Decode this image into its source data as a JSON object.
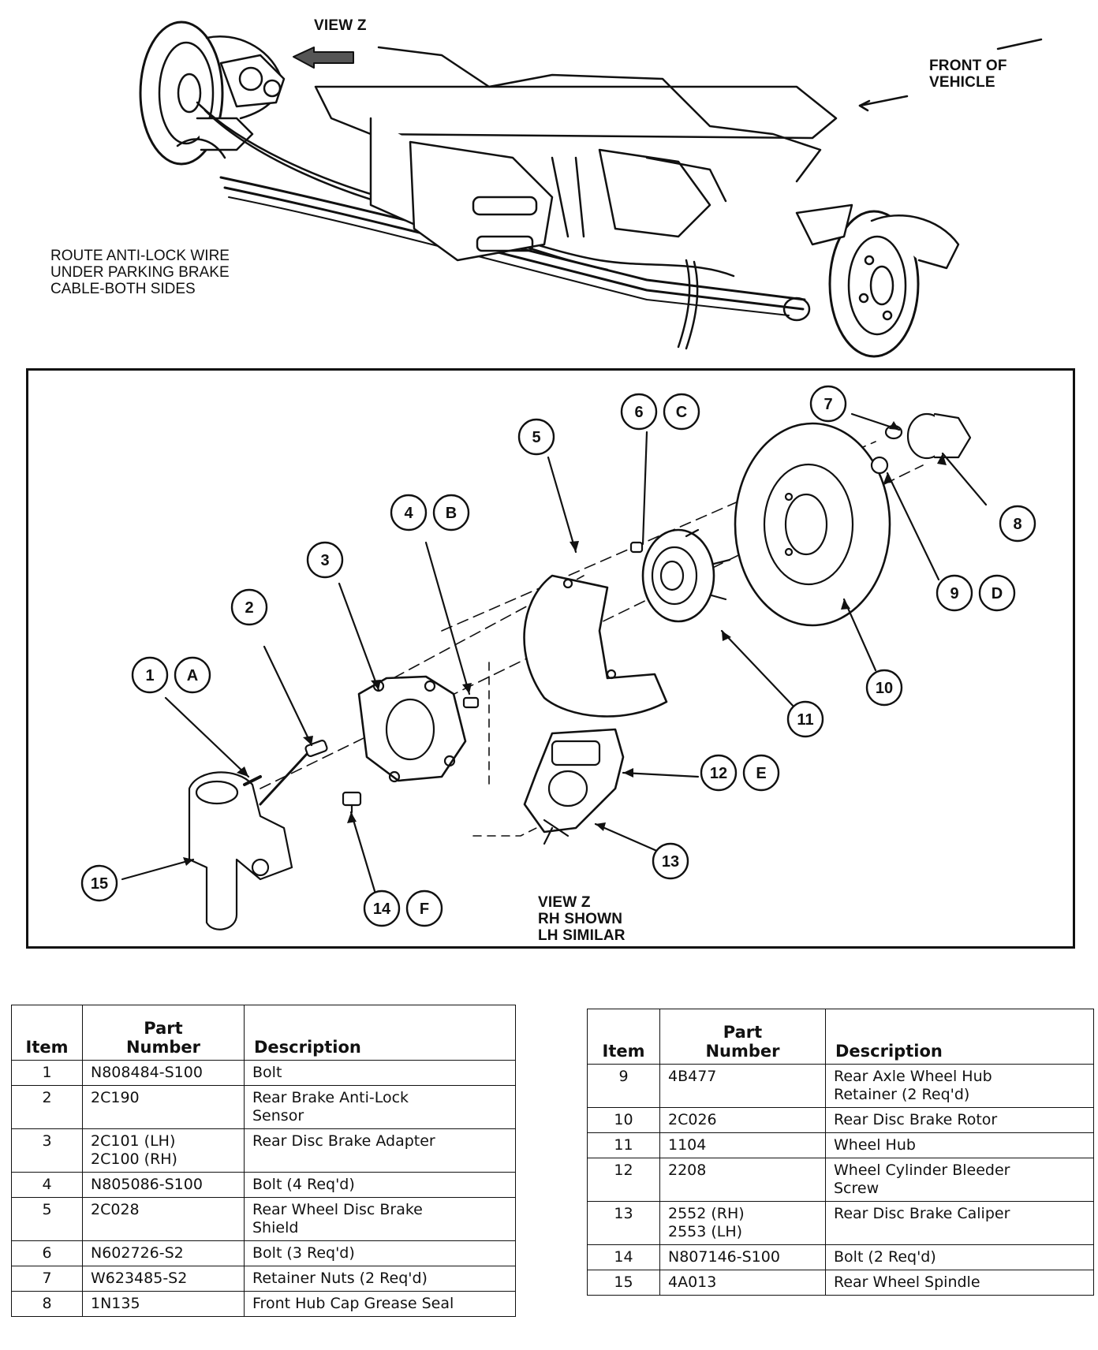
{
  "top_view": {
    "view_label": "VIEW Z",
    "front_label": [
      "FRONT OF",
      "VEHICLE"
    ],
    "route_note": [
      "ROUTE ANTI-LOCK WIRE",
      "UNDER PARKING BRAKE",
      "CABLE-BOTH SIDES"
    ]
  },
  "exploded_view": {
    "callouts": [
      {
        "num": "1",
        "letter": "A"
      },
      {
        "num": "2"
      },
      {
        "num": "3"
      },
      {
        "num": "4",
        "letter": "B"
      },
      {
        "num": "5"
      },
      {
        "num": "6",
        "letter": "C"
      },
      {
        "num": "7"
      },
      {
        "num": "8"
      },
      {
        "num": "9",
        "letter": "D"
      },
      {
        "num": "10"
      },
      {
        "num": "11"
      },
      {
        "num": "12",
        "letter": "E"
      },
      {
        "num": "13"
      },
      {
        "num": "14",
        "letter": "F"
      },
      {
        "num": "15"
      }
    ],
    "note": [
      "VIEW Z",
      "RH SHOWN",
      "LH SIMILAR"
    ]
  },
  "parts_table": {
    "headers": {
      "item": "Item",
      "part_number": [
        "Part",
        "Number"
      ],
      "description": "Description"
    },
    "left_rows": [
      {
        "item": "1",
        "part": [
          "N808484-S100"
        ],
        "desc": [
          "Bolt"
        ]
      },
      {
        "item": "2",
        "part": [
          "2C190"
        ],
        "desc": [
          "Rear Brake Anti-Lock",
          "Sensor"
        ]
      },
      {
        "item": "3",
        "part": [
          "2C101 (LH)",
          "2C100 (RH)"
        ],
        "desc": [
          "Rear Disc Brake Adapter"
        ]
      },
      {
        "item": "4",
        "part": [
          "N805086-S100"
        ],
        "desc": [
          "Bolt (4 Req'd)"
        ]
      },
      {
        "item": "5",
        "part": [
          "2C028"
        ],
        "desc": [
          "Rear Wheel Disc Brake",
          "Shield"
        ]
      },
      {
        "item": "6",
        "part": [
          "N602726-S2"
        ],
        "desc": [
          "Bolt (3 Req'd)"
        ]
      },
      {
        "item": "7",
        "part": [
          "W623485-S2"
        ],
        "desc": [
          "Retainer Nuts (2 Req'd)"
        ]
      },
      {
        "item": "8",
        "part": [
          "1N135"
        ],
        "desc": [
          "Front Hub Cap Grease Seal"
        ]
      }
    ],
    "right_rows": [
      {
        "item": "9",
        "part": [
          "4B477"
        ],
        "desc": [
          "Rear Axle Wheel Hub",
          "Retainer (2 Req'd)"
        ]
      },
      {
        "item": "10",
        "part": [
          "2C026"
        ],
        "desc": [
          "Rear Disc Brake Rotor"
        ]
      },
      {
        "item": "11",
        "part": [
          "1104"
        ],
        "desc": [
          "Wheel Hub"
        ]
      },
      {
        "item": "12",
        "part": [
          "2208"
        ],
        "desc": [
          "Wheel Cylinder Bleeder",
          "Screw"
        ]
      },
      {
        "item": "13",
        "part": [
          "2552 (RH)",
          "2553 (LH)"
        ],
        "desc": [
          "Rear Disc Brake Caliper"
        ]
      },
      {
        "item": "14",
        "part": [
          "N807146-S100"
        ],
        "desc": [
          "Bolt (2 Req'd)"
        ]
      },
      {
        "item": "15",
        "part": [
          "4A013"
        ],
        "desc": [
          "Rear Wheel Spindle"
        ]
      }
    ]
  }
}
